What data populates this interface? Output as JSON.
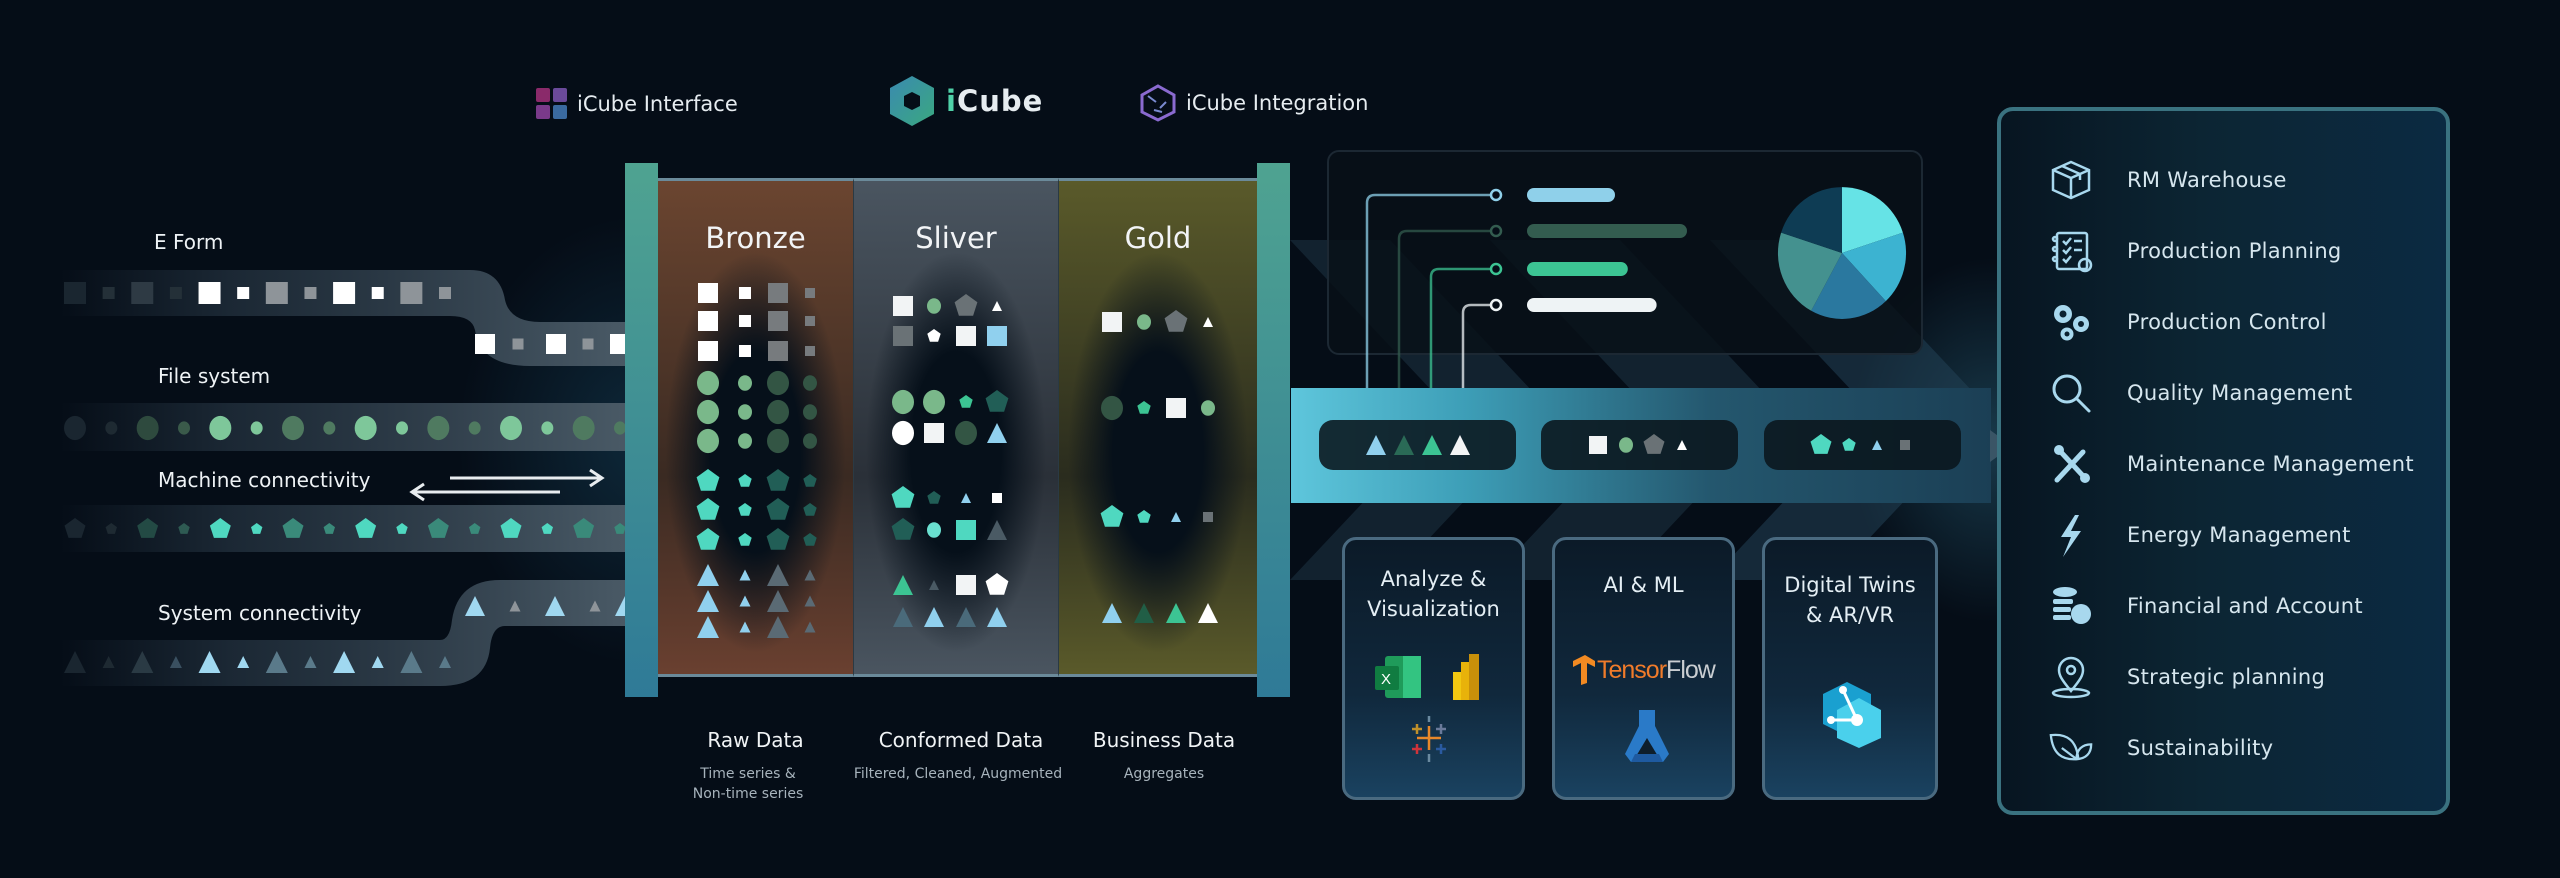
{
  "header": {
    "interface_label": "iCube Interface",
    "main_logo": {
      "prefix": "i",
      "rest": "Cube"
    },
    "integration_label": "iCube Integration"
  },
  "sources": [
    {
      "label": "E Form",
      "shape": "square"
    },
    {
      "label": "File system",
      "shape": "circle"
    },
    {
      "label": "Machine connectivity",
      "shape": "pentagon"
    },
    {
      "label": "System connectivity",
      "shape": "triangle"
    }
  ],
  "medallion": {
    "columns": [
      {
        "title": "Bronze",
        "label": "Raw Data",
        "sublabel_lines": [
          "Time series &",
          "Non-time series"
        ]
      },
      {
        "title": "Sliver",
        "label": "Conformed Data",
        "sublabel_lines": [
          "Filtered, Cleaned, Augmented"
        ]
      },
      {
        "title": "Gold",
        "label": "Business Data",
        "sublabel_lines": [
          "Aggregates"
        ]
      }
    ]
  },
  "dashboard": {
    "bars": [
      {
        "color": "#8fd0ea",
        "fraction": 0.55
      },
      {
        "color": "#335c4f",
        "fraction": 1.0
      },
      {
        "color": "#3cc493",
        "fraction": 0.63
      },
      {
        "color": "#eef3f5",
        "fraction": 0.81
      }
    ],
    "pie_slices": [
      {
        "color": "#66e3e6",
        "value": 20
      },
      {
        "color": "#3cb3d1",
        "value": 18
      },
      {
        "color": "#2a789f",
        "value": 20
      },
      {
        "color": "#44918f",
        "value": 22
      },
      {
        "color": "#0e3c54",
        "value": 20
      }
    ]
  },
  "consumers": [
    {
      "title_lines": [
        "Analyze &",
        "Visualization"
      ],
      "tools": [
        "excel-icon",
        "powerbi-icon",
        "tableau-icon"
      ]
    },
    {
      "title_lines": [
        "AI & ML"
      ],
      "tools": [
        "tensorflow-logo",
        "azure-ml-icon"
      ],
      "tensorflow_text": {
        "a": "Tensor",
        "b": "Flow"
      }
    },
    {
      "title_lines": [
        "Digital Twins",
        "& AR/VR"
      ],
      "tools": [
        "azure-digital-twins-icon"
      ]
    }
  ],
  "modules": [
    {
      "label": "RM Warehouse",
      "icon": "box-icon"
    },
    {
      "label": "Production Planning",
      "icon": "checklist-icon"
    },
    {
      "label": "Production Control",
      "icon": "gears-icon"
    },
    {
      "label": "Quality Management",
      "icon": "search-icon"
    },
    {
      "label": "Maintenance Management",
      "icon": "tools-icon"
    },
    {
      "label": "Energy Management",
      "icon": "lightning-icon"
    },
    {
      "label": "Financial and Account",
      "icon": "coins-icon"
    },
    {
      "label": "Strategic planning",
      "icon": "location-pin-icon"
    },
    {
      "label": "Sustainability",
      "icon": "leaf-icon"
    }
  ],
  "colors": {
    "background": "#050d17",
    "teal_pillar": "#4fa391",
    "accent_green": "#4fd1a8",
    "bronze": "#6b4530",
    "silver": "#4a5560",
    "gold": "#5a5a2a",
    "module_icon": "#a8d8ee"
  }
}
